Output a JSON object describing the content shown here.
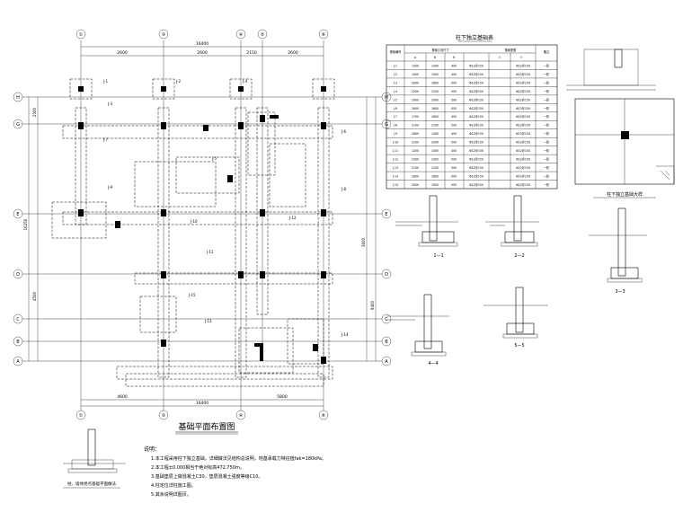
{
  "plan": {
    "title": "基础平面布置图",
    "grid_top": [
      "①",
      "③",
      "④",
      "⑤",
      "⑥"
    ],
    "grid_bottom": [
      "①",
      "③",
      "④",
      "⑥"
    ],
    "grid_left": [
      "H",
      "G",
      "E",
      "D",
      "C",
      "B",
      "A"
    ],
    "grid_right": [
      "H",
      "G",
      "E",
      "D",
      "C",
      "B",
      "A"
    ],
    "dims_top": [
      "16400",
      "2600",
      "2600",
      "2150",
      "2600"
    ],
    "dims_bottom": [
      "4600",
      "16400",
      "5800"
    ],
    "dims_left": [
      "2500",
      "16250",
      "4500"
    ],
    "dims_right": [
      "3600",
      "9400"
    ],
    "footing_labels": [
      "J-1",
      "J-2",
      "J-3",
      "J-4",
      "J-5",
      "J-6",
      "J-7",
      "J-8",
      "J-9",
      "J-10",
      "J-11",
      "J-12",
      "J-13",
      "J-14",
      "J-15"
    ]
  },
  "table": {
    "title": "柱下独立基础表",
    "head_row1": [
      "基础编号",
      "基础几何尺寸",
      "基础配筋",
      "备注"
    ],
    "head_row2": [
      "A",
      "B",
      "H",
      "①",
      "②"
    ],
    "rows": [
      [
        "J-1",
        "1300",
        "1300",
        "400",
        "Φ12@150",
        "Φ12@150",
        "一阶"
      ],
      [
        "J-2",
        "1000",
        "1000",
        "400",
        "Φ12@150",
        "Φ12@150",
        "一阶"
      ],
      [
        "J-3",
        "2000",
        "1800",
        "500",
        "Φ12@150",
        "Φ12@150",
        "一阶"
      ],
      [
        "J-4",
        "2200",
        "2200",
        "500",
        "Φ12@150",
        "Φ12@150",
        "一阶"
      ],
      [
        "J-5",
        "2000",
        "2000",
        "500",
        "Φ12@150",
        "Φ12@150",
        "一阶"
      ],
      [
        "J-6",
        "1600",
        "1600",
        "450",
        "Φ12@150",
        "Φ12@150",
        "一阶"
      ],
      [
        "J-7",
        "1700",
        "1600",
        "450",
        "Φ12@150",
        "Φ12@150",
        "一阶"
      ],
      [
        "J-8",
        "2100",
        "2100",
        "500",
        "Φ12@150",
        "Φ12@150",
        "一阶"
      ],
      [
        "J-9",
        "1800",
        "1400",
        "450",
        "Φ12@150",
        "Φ12@150",
        "一阶"
      ],
      [
        "J-10",
        "2100",
        "2000",
        "500",
        "Φ12@150",
        "Φ12@150",
        "一阶"
      ],
      [
        "J-11",
        "1200",
        "1400",
        "400",
        "Φ12@150",
        "Φ12@150",
        "一阶"
      ],
      [
        "J-12",
        "2300",
        "2300",
        "500",
        "Φ12@150",
        "Φ12@150",
        "一阶"
      ],
      [
        "J-13",
        "2100",
        "2100",
        "500",
        "Φ12@150",
        "Φ12@150",
        "一阶"
      ],
      [
        "J-14",
        "1800",
        "1800",
        "500",
        "Φ12@150",
        "Φ12@150",
        "一阶"
      ],
      [
        "J-15",
        "2000",
        "1900",
        "500",
        "Φ12@150",
        "Φ12@150",
        "一阶"
      ]
    ]
  },
  "detail": {
    "title": "柱下独立基础大样"
  },
  "sections": [
    {
      "label": "1—1"
    },
    {
      "label": "2—2"
    },
    {
      "label": "3—3"
    },
    {
      "label": "4—4"
    },
    {
      "label": "5—5"
    }
  ],
  "bottom_detail": {
    "title": "柱、墙体拐点基础平面做法"
  },
  "notes": {
    "title": "说明：",
    "items": [
      "1.本工程采用柱下独立基础，详细做法见结构总说明，地基承载力特征值fak=180kPa。",
      "2.本工程±0.000相当于绝对标高472.750m。",
      "3.基础垫层上做混凝土C30，垫层混凝土强度等级C10。",
      "4.柱定位详柱施工图。",
      "5.其余说明详图页。"
    ]
  },
  "colors": {
    "ink": "#000000",
    "paper": "#ffffff"
  }
}
